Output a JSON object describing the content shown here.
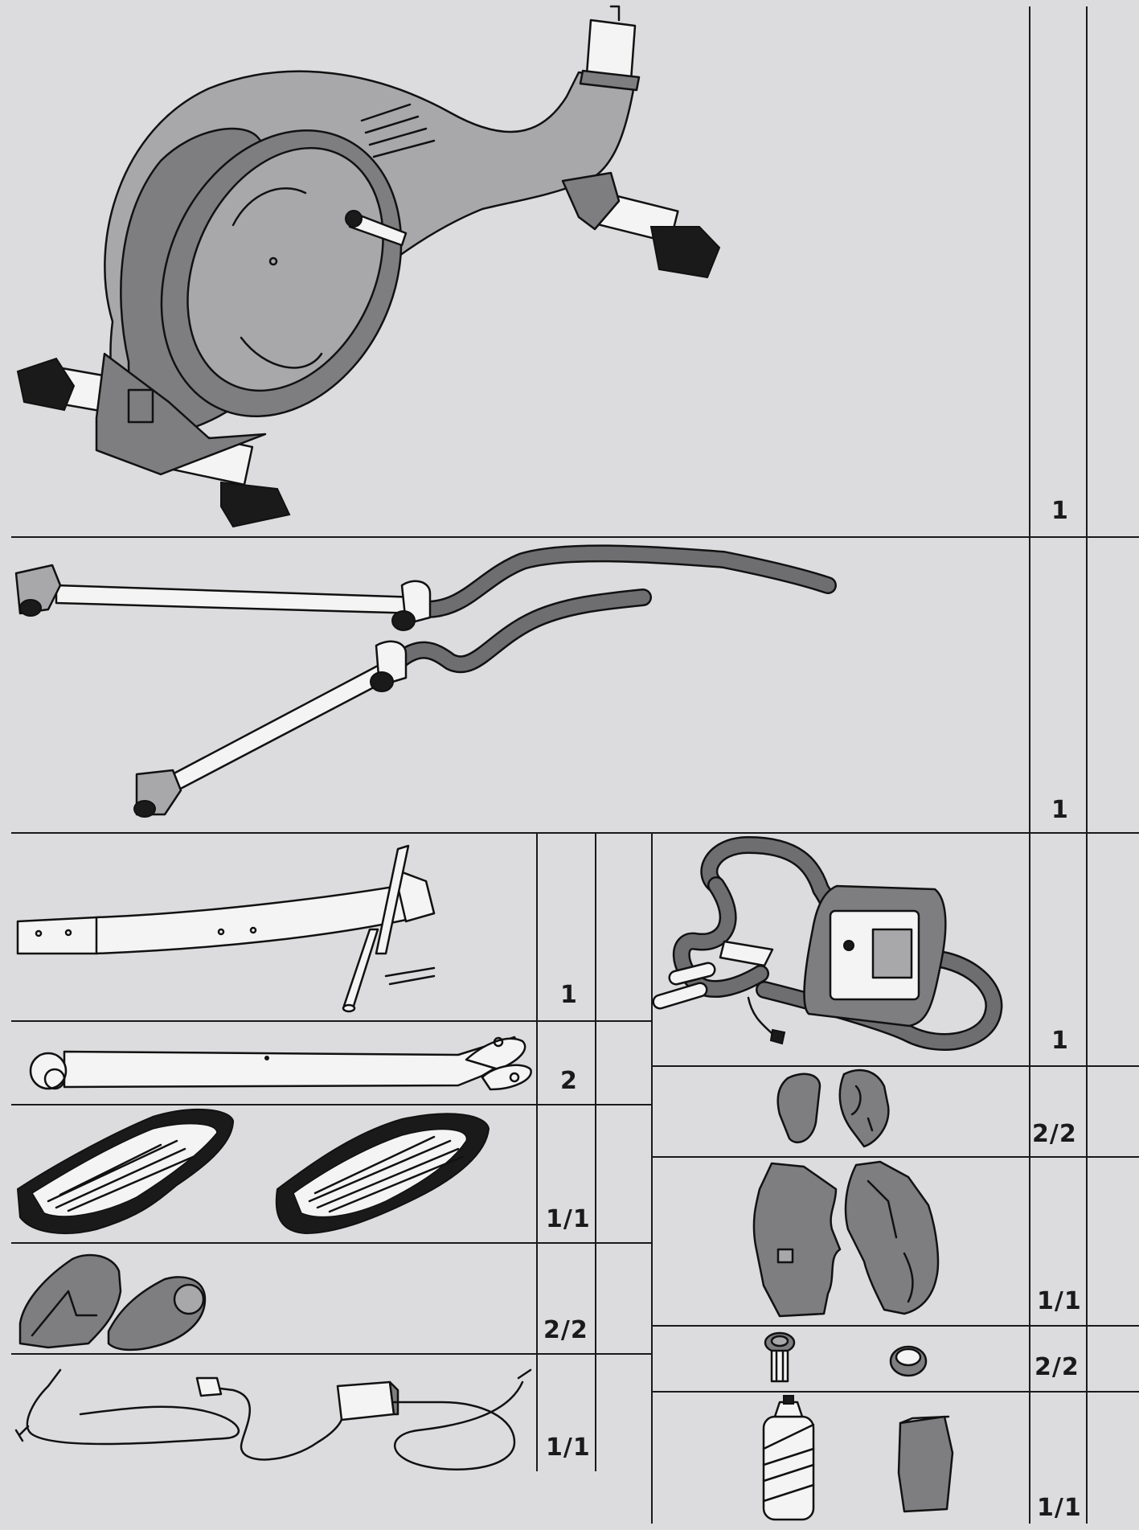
{
  "parts": [
    {
      "id": "frame",
      "quantity": "1",
      "icon": "bike-frame-icon"
    },
    {
      "id": "arms",
      "quantity": "1",
      "icon": "pedal-arms-icon"
    },
    {
      "id": "seat-post",
      "quantity": "1",
      "icon": "seat-post-icon"
    },
    {
      "id": "handlebar-computer",
      "quantity": "1",
      "icon": "handlebar-computer-icon"
    },
    {
      "id": "connecting-rod",
      "quantity": "2",
      "icon": "connecting-rod-icon"
    },
    {
      "id": "small-covers",
      "quantity": "2/2",
      "icon": "small-covers-icon"
    },
    {
      "id": "pedals",
      "quantity": "1/1",
      "icon": "foot-pedals-icon"
    },
    {
      "id": "large-covers",
      "quantity": "1/1",
      "icon": "large-covers-icon"
    },
    {
      "id": "arm-covers",
      "quantity": "2/2",
      "icon": "arm-covers-icon"
    },
    {
      "id": "plugs",
      "quantity": "2/2",
      "icon": "plugs-icon"
    },
    {
      "id": "power-adapter",
      "quantity": "1/1",
      "icon": "power-adapter-icon"
    },
    {
      "id": "bottle",
      "quantity": "1/1",
      "icon": "bottle-holder-icon"
    }
  ]
}
